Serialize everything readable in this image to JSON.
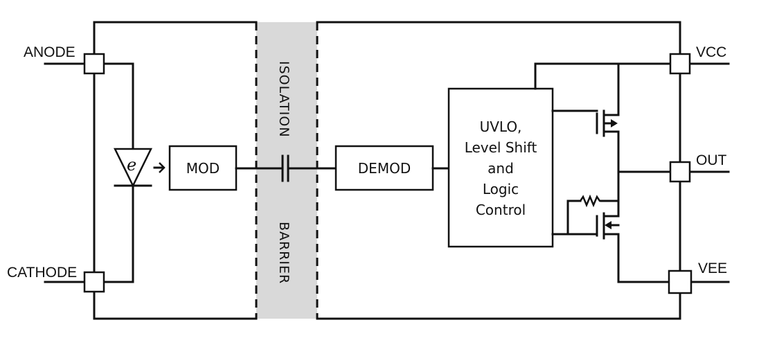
{
  "pins": {
    "anode": "ANODE",
    "cathode": "CATHODE",
    "vcc": "VCC",
    "out": "OUT",
    "vee": "VEE"
  },
  "blocks": {
    "mod": "MOD",
    "demod": "DEMOD",
    "logic_lines": [
      "UVLO,",
      "Level Shift",
      "and",
      "Logic",
      "Control"
    ]
  },
  "barrier": {
    "top_label": "ISOLATION",
    "bottom_label": "BARRIER",
    "fill_color": "#d9d9d9"
  },
  "led_symbol": "e"
}
